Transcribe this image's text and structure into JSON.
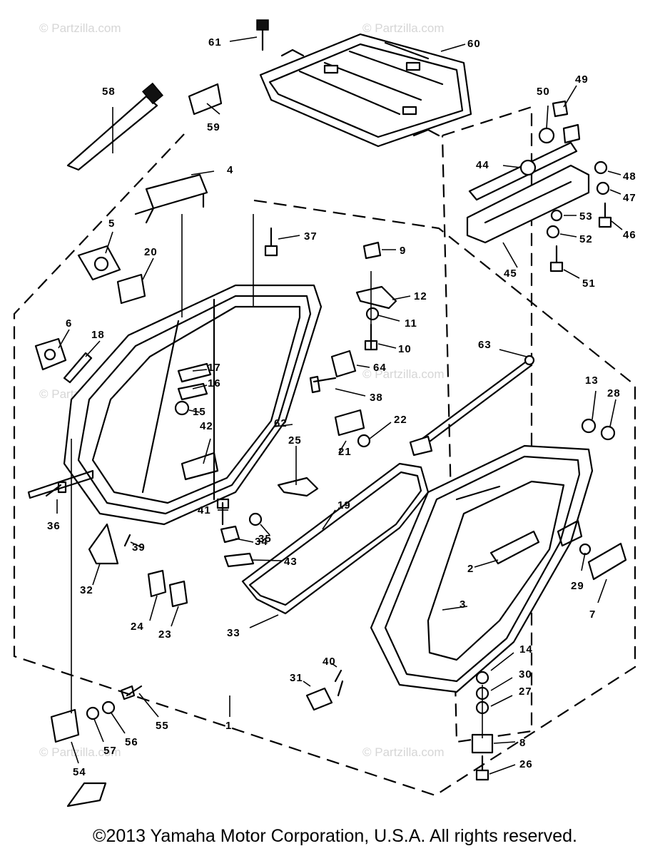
{
  "watermarks": [
    "© Partzilla.com",
    "© Partzilla.com",
    "© Partzilla.com",
    "© Partzilla.com",
    "© Partzilla.com",
    "© Partzilla.com"
  ],
  "callouts": [
    "61",
    "60",
    "58",
    "59",
    "50",
    "49",
    "4",
    "44",
    "48",
    "47",
    "46",
    "5",
    "37",
    "9",
    "53",
    "52",
    "20",
    "45",
    "51",
    "12",
    "11",
    "6",
    "18",
    "10",
    "17",
    "64",
    "16",
    "63",
    "13",
    "28",
    "38",
    "15",
    "22",
    "62",
    "42",
    "21",
    "25",
    "36",
    "41",
    "19",
    "35",
    "34",
    "39",
    "43",
    "2",
    "29",
    "32",
    "24",
    "23",
    "33",
    "3",
    "7",
    "14",
    "40",
    "31",
    "30",
    "27",
    "1",
    "55",
    "56",
    "57",
    "8",
    "26",
    "54"
  ],
  "copyright": "©2013 Yamaha Motor Corporation, U.S.A. All rights reserved."
}
